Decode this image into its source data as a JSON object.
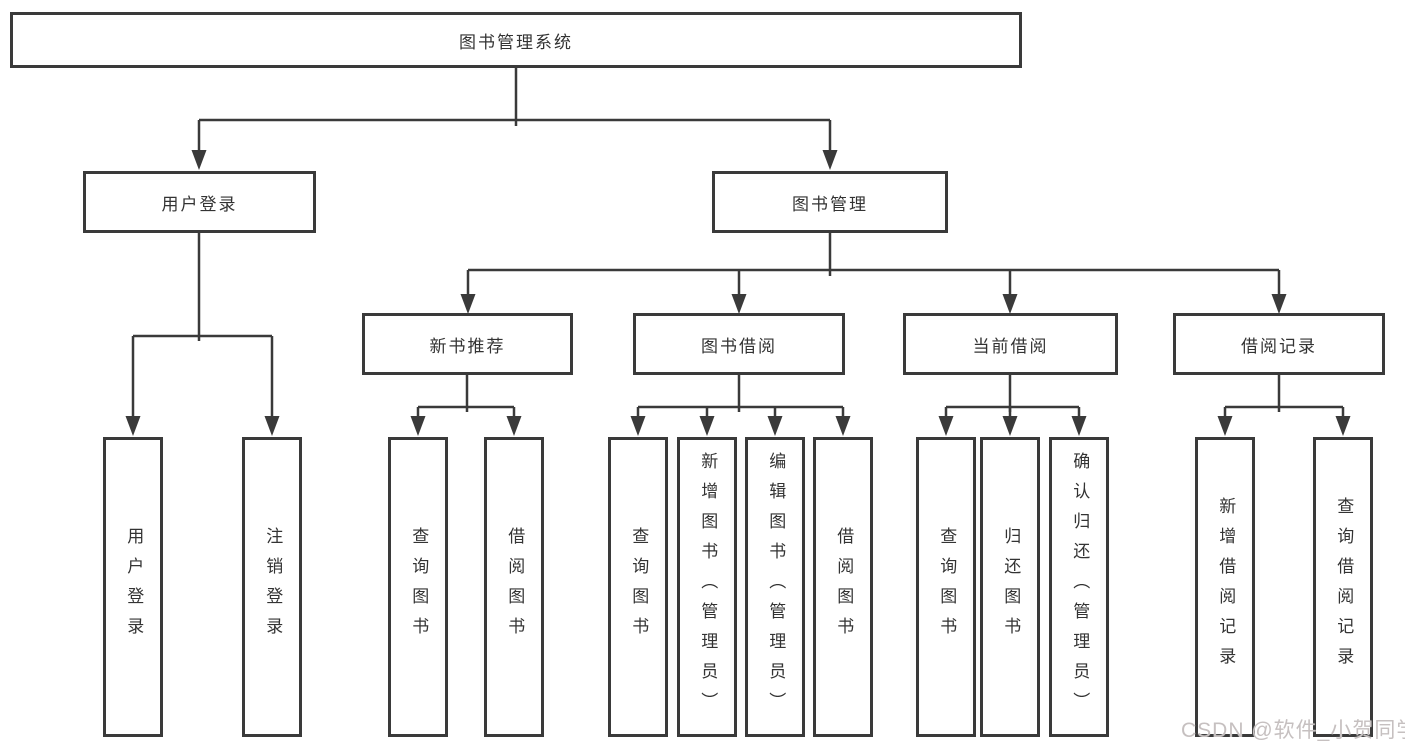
{
  "tree": {
    "label": "图书管理系统",
    "children": [
      {
        "label": "用户登录",
        "children": [
          {
            "label": "用户登录"
          },
          {
            "label": "注销登录"
          }
        ]
      },
      {
        "label": "图书管理",
        "children": [
          {
            "label": "新书推荐",
            "children": [
              {
                "label": "查询图书"
              },
              {
                "label": "借阅图书"
              }
            ]
          },
          {
            "label": "图书借阅",
            "children": [
              {
                "label": "查询图书"
              },
              {
                "label": "新增图书（管理员）"
              },
              {
                "label": "编辑图书（管理员）"
              },
              {
                "label": "借阅图书"
              }
            ]
          },
          {
            "label": "当前借阅",
            "children": [
              {
                "label": "查询图书"
              },
              {
                "label": "归还图书"
              },
              {
                "label": "确认归还（管理员）"
              }
            ]
          },
          {
            "label": "借阅记录",
            "children": [
              {
                "label": "新增借阅记录"
              },
              {
                "label": "查询借阅记录"
              }
            ]
          }
        ]
      }
    ]
  },
  "watermark": {
    "text": "CSDN @软件_小贺同学"
  },
  "colors": {
    "line": "#3a3a3a",
    "text": "#333333",
    "background": "#ffffff",
    "watermark": "#c6c0c0"
  }
}
